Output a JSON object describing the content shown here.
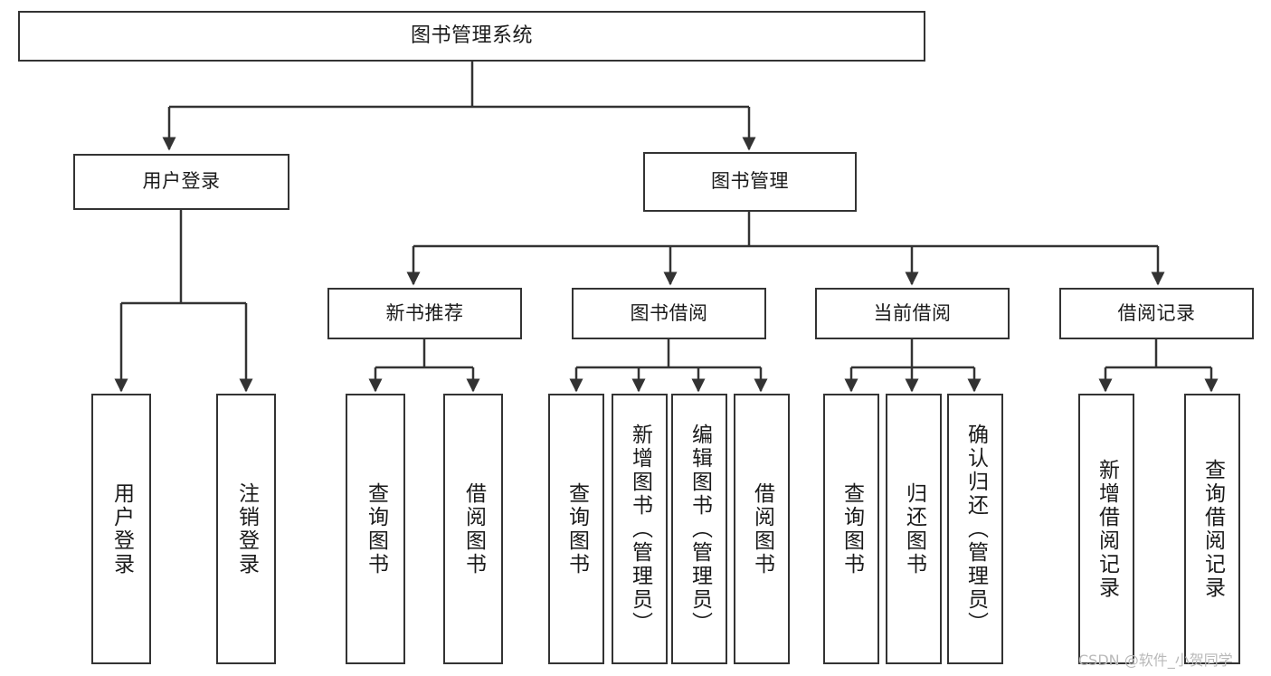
{
  "diagram": {
    "type": "tree",
    "title": "图书管理系统",
    "orientation": "top-down",
    "line_color": "#333333",
    "box_fill": "#ffffff",
    "text_color": "#1a1a1a",
    "watermark": "CSDN @软件_小贺同学",
    "levels": 4
  },
  "root": {
    "label": "图书管理系统"
  },
  "level2": [
    {
      "label": "用户登录"
    },
    {
      "label": "图书管理"
    }
  ],
  "level3": [
    {
      "label": "新书推荐"
    },
    {
      "label": "图书借阅"
    },
    {
      "label": "当前借阅"
    },
    {
      "label": "借阅记录"
    }
  ],
  "leaves": {
    "user_login": [
      {
        "label": "用户登录"
      },
      {
        "label": "注销登录"
      }
    ],
    "new_book": [
      {
        "label": "查询图书"
      },
      {
        "label": "借阅图书"
      }
    ],
    "book_borrow": [
      {
        "label": "查询图书"
      },
      {
        "label": "新增图书（管理员）"
      },
      {
        "label": "编辑图书（管理员）"
      },
      {
        "label": "借阅图书"
      }
    ],
    "current_borrow": [
      {
        "label": "查询图书"
      },
      {
        "label": "归还图书"
      },
      {
        "label": "确认归还（管理员）"
      }
    ],
    "borrow_record": [
      {
        "label": "新增借阅记录"
      },
      {
        "label": "查询借阅记录"
      }
    ]
  }
}
